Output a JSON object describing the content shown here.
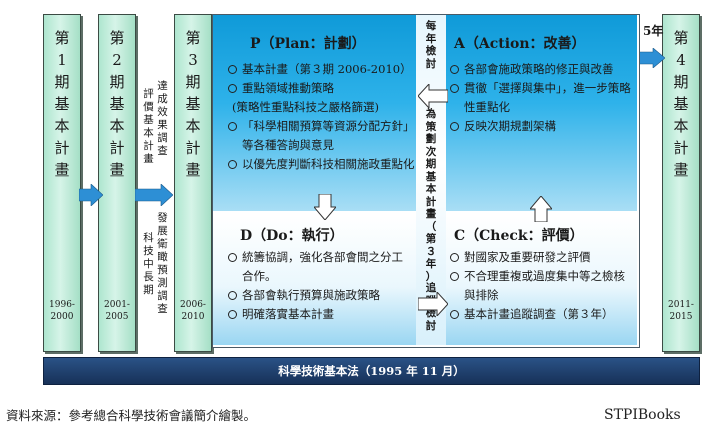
{
  "pillars": [
    {
      "label": "第1期基本計畫",
      "years": [
        "1996-",
        "2000"
      ]
    },
    {
      "label": "第2期基本計畫",
      "years": [
        "2001-",
        "2005"
      ]
    },
    {
      "label": "第3期基本計畫",
      "years": [
        "2006-",
        "2010"
      ]
    },
    {
      "label": "第4期基本計畫",
      "years": [
        "2011-",
        "2015"
      ]
    }
  ],
  "between23": {
    "col1": "達成效果調查",
    "col2": "評價基本計畫",
    "col3": "發展衛瞰預測調查",
    "col4": "科技中長期"
  },
  "five_year": "5年",
  "plan": {
    "title": "P（Plan：計劃）",
    "items": [
      "基本計畫（第３期 2006-2010）",
      "重點領域推動策略",
      "(策略性重點科技之嚴格篩選)",
      "「科學相關預算等資源分配方針」等各種答詢與意見",
      "以優先度判斷科技相關施政重點化"
    ]
  },
  "action": {
    "title": "A（Action：改善）",
    "items": [
      "各部會施政策略的修正與改善",
      "貫徹「選擇與集中」，進一步策略性重點化",
      "反映次期規劃架構"
    ]
  },
  "do": {
    "title": "D（Do：執行）",
    "items": [
      "統籌協調，強化各部會間之分工合作。",
      "各部會執行預算與施政策略",
      "明確落實基本計畫"
    ]
  },
  "check": {
    "title": "C（Check：評價）",
    "items": [
      "對國家及重要研發之評價",
      "不合理重複或過度集中等之檢核與排除",
      "基本計畫追蹤調查（第３年）"
    ]
  },
  "center": {
    "top": "每年檢討",
    "mid": "為策劃次期基本計畫（第３年）",
    "bottom": "追蹤檢討"
  },
  "law_bar": "科學技術基本法（1995 年 11 月）",
  "source": "資料來源：參考總合科學技術會議簡介繪製。",
  "brand": "STPIBooks",
  "colors": {
    "pillar": "#bfeedd",
    "plan_blue": "#19a3e0",
    "law_bar": "#1b3a66"
  }
}
